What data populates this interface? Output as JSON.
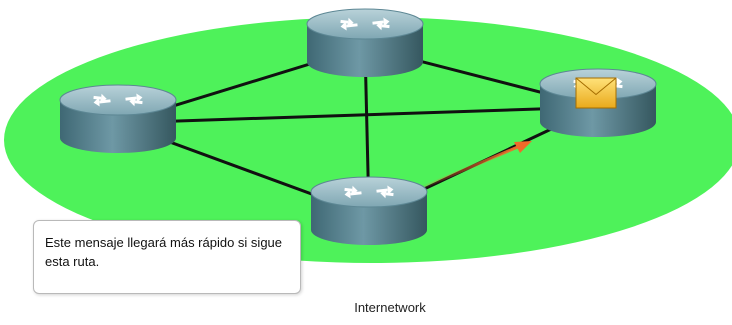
{
  "diagram": {
    "cloud_color": "#4ef25a",
    "link_color": "#111111",
    "router_color": "#6b9aa8",
    "router_icon": "router-icon",
    "message_icon": "envelope-icon",
    "message_color": "#f2c230",
    "path_arrow_color": "#f06a2a",
    "routers": [
      {
        "id": "top",
        "has_message": false
      },
      {
        "id": "left",
        "has_message": false
      },
      {
        "id": "right",
        "has_message": true
      },
      {
        "id": "bottom",
        "has_message": false
      }
    ],
    "links": [
      [
        "top",
        "left"
      ],
      [
        "top",
        "right"
      ],
      [
        "top",
        "bottom"
      ],
      [
        "left",
        "right"
      ],
      [
        "left",
        "bottom"
      ],
      [
        "bottom",
        "right"
      ]
    ]
  },
  "callout": {
    "text": "Este mensaje llegará más rápido si sigue esta ruta."
  },
  "caption": {
    "text": "Internetwork"
  }
}
